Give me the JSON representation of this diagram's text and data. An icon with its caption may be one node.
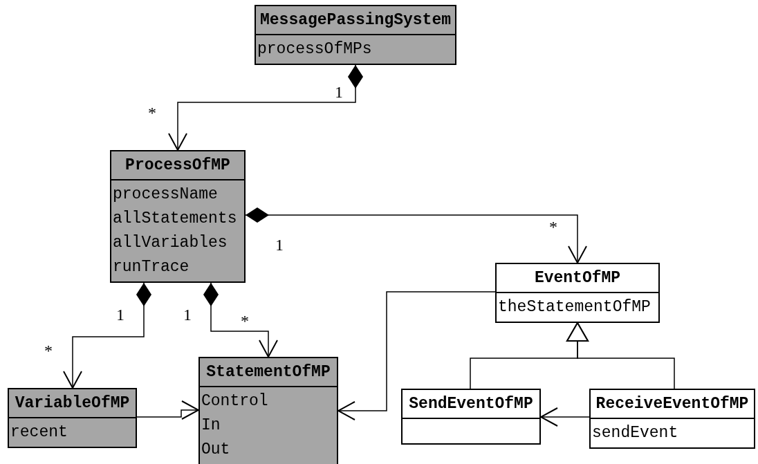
{
  "diagram": {
    "nodes": [
      {
        "text": [
          "MessagePassingSystem",
          "processOfMPs"
        ]
      },
      {
        "text": [
          "ProcessOfMP",
          "processName",
          "allStatements",
          "allVariables",
          "runTrace"
        ]
      },
      {
        "text": [
          "EventOfMP",
          "theStatementOfMP"
        ]
      },
      {
        "text": [
          "VariableOfMP",
          "recent"
        ]
      },
      {
        "text": [
          "StatementOfMP",
          "Control",
          "In",
          "Out"
        ]
      },
      {
        "text": [
          "SendEventOfMP"
        ]
      },
      {
        "text": [
          "ReceiveEventOfMP",
          "sendEvent"
        ]
      }
    ],
    "edges": [
      {
        "from": 0,
        "to": 1,
        "arrow": "to"
      },
      {
        "from": 1,
        "to": 2,
        "arrow": "to"
      },
      {
        "from": 1,
        "to": 3,
        "arrow": "to"
      },
      {
        "from": 1,
        "to": 4,
        "arrow": "to"
      },
      {
        "from": 3,
        "to": 4,
        "arrow": "to"
      },
      {
        "from": 2,
        "to": 4,
        "arrow": "to"
      },
      {
        "from": 5,
        "to": 2,
        "arrow": "to"
      },
      {
        "from": 6,
        "to": 2,
        "arrow": "to"
      },
      {
        "from": 6,
        "to": 5,
        "arrow": "to"
      }
    ],
    "labels": [
      "1",
      "*",
      "*",
      "1",
      "1",
      "1",
      "*",
      "*"
    ]
  }
}
